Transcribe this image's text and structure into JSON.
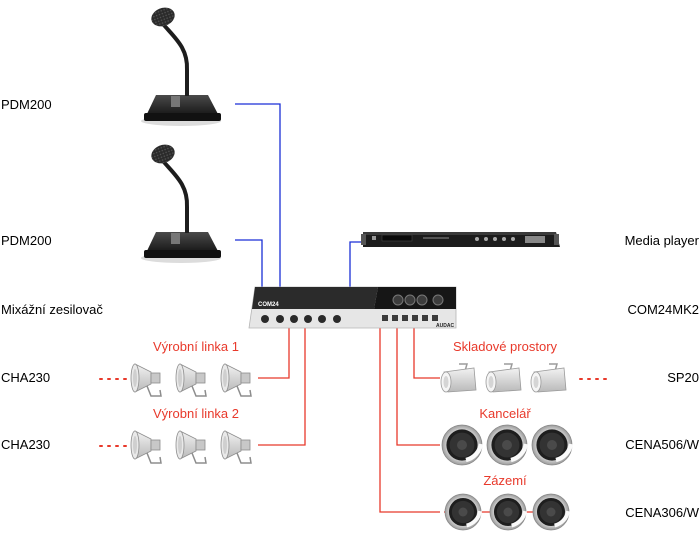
{
  "devices": {
    "mic1": "PDM200",
    "mic2": "PDM200",
    "mixer_left": "Mixážní zesilovač",
    "speaker_row1": "CHA230",
    "speaker_row2": "CHA230",
    "media_player": "Media player",
    "mixer_right": "COM24MK2",
    "speaker_sp20": "SP20",
    "speaker_cena506": "CENA506/W",
    "speaker_cena306": "CENA306/W"
  },
  "zones": {
    "line1": "Výrobní linka 1",
    "line2": "Výrobní linka 2",
    "storage": "Skladové prostory",
    "office": "Kancelář",
    "backroom": "Zázemí"
  },
  "device_text": {
    "amp_brand": "COM24",
    "amp_logo": "AUDAC"
  },
  "colors": {
    "control_line": "#1a2fd6",
    "speaker_line": "#e8392b",
    "zone_text": "#e8392b"
  }
}
